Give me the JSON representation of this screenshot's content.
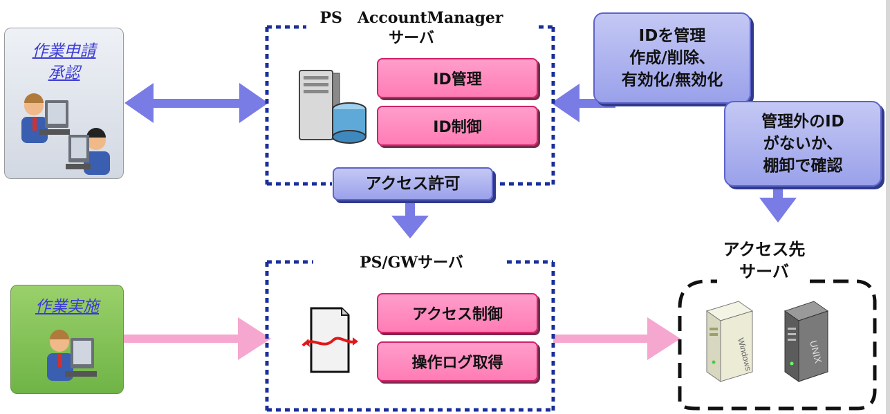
{
  "left": {
    "request": {
      "line1": "作業申請",
      "line2": "承認"
    },
    "work": {
      "label": "作業実施"
    }
  },
  "am_server": {
    "title_line1": "PS　AccountManager",
    "title_line2": "サーバ",
    "modules": [
      "ID管理",
      "ID制御"
    ],
    "access_label": "アクセス許可"
  },
  "gw_server": {
    "title": "PS/GWサーバ",
    "modules": [
      "アクセス制御",
      "操作ログ取得"
    ]
  },
  "callouts": {
    "manage": [
      "IDを管理",
      "作成/削除、",
      "有効化/無効化"
    ],
    "check": [
      "管理外のID",
      "がないか、",
      "棚卸で確認"
    ]
  },
  "target": {
    "title_line1": "アクセス先",
    "title_line2": "サーバ"
  },
  "colors": {
    "arrow_purple": "#7a7ce6",
    "arrow_pink": "#f6a7cf",
    "dotted_border": "#1a2f9a"
  }
}
